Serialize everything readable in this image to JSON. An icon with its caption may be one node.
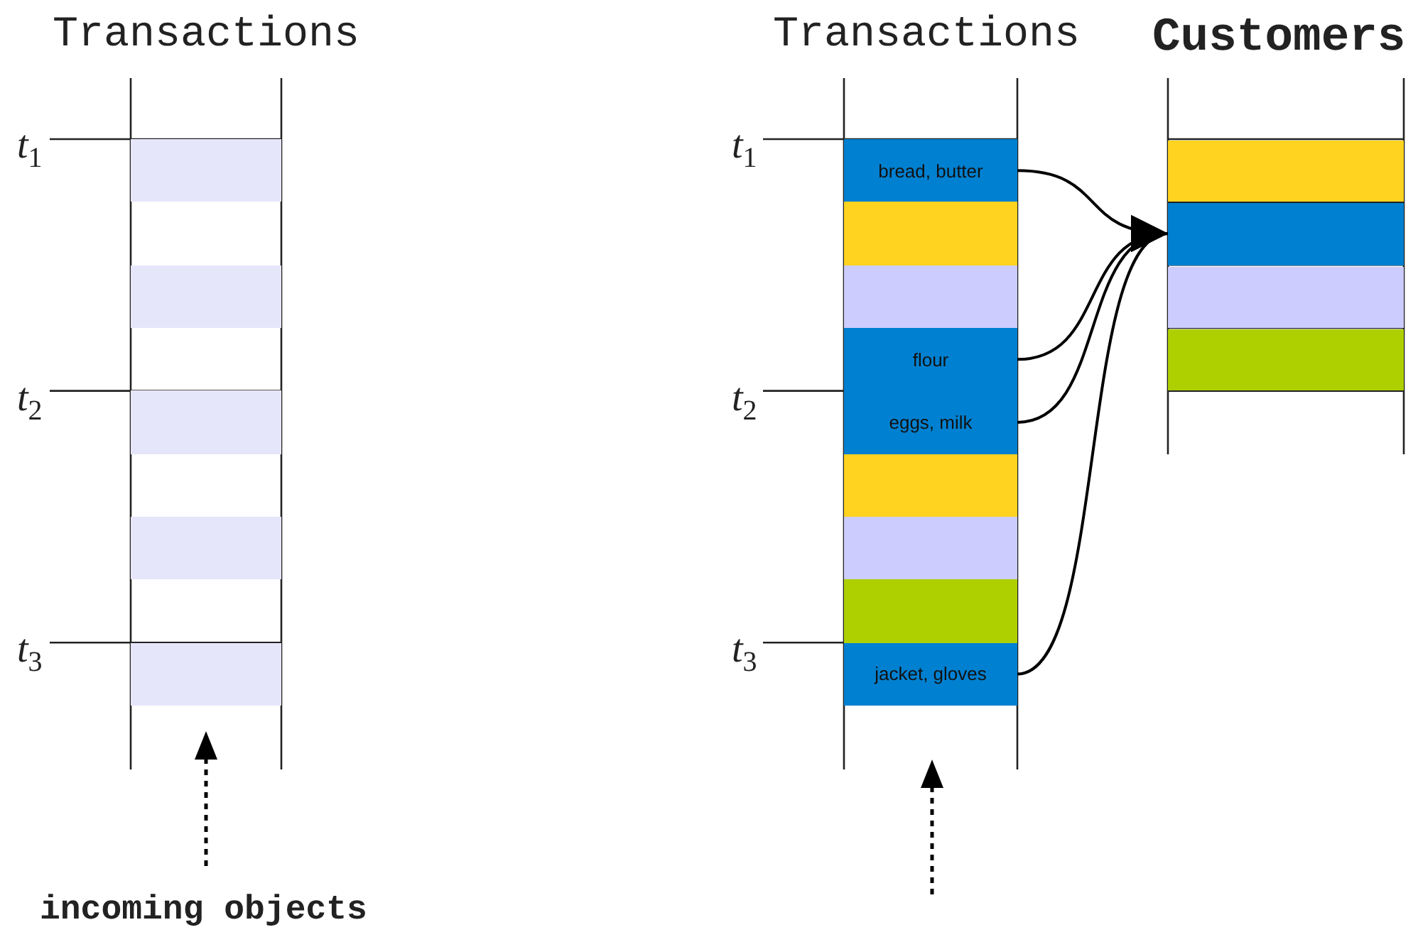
{
  "diagram": {
    "nodes": [
      {
        "text": [],
        "shape": "box"
      },
      {
        "text": [],
        "shape": "box"
      },
      {
        "text": [],
        "shape": "box"
      },
      {
        "text": [],
        "shape": "box"
      },
      {
        "text": [],
        "shape": "box"
      },
      {
        "text": [
          "bread, butter"
        ]
      },
      {
        "text": [],
        "shape": "box"
      },
      {
        "text": [],
        "shape": "box"
      },
      {
        "text": [
          "flour"
        ]
      },
      {
        "text": [
          "eggs, milk"
        ]
      },
      {
        "text": [],
        "shape": "box"
      },
      {
        "text": [],
        "shape": "box"
      },
      {
        "text": [],
        "shape": "box"
      },
      {
        "text": [
          "jacket, gloves"
        ]
      },
      {
        "text": [],
        "shape": "box"
      },
      {
        "text": [],
        "shape": "box"
      },
      {
        "text": [],
        "shape": "box"
      },
      {
        "text": [],
        "shape": "box"
      }
    ],
    "edges": [
      {
        "from": 5,
        "to": 15,
        "arrow": "to"
      },
      {
        "from": 8,
        "to": 15,
        "arrow": "to"
      },
      {
        "from": 9,
        "to": 15,
        "arrow": "to"
      },
      {
        "from": 13,
        "to": 15,
        "arrow": "to"
      }
    ],
    "labels": [
      "Transactions",
      "t$_{1}$",
      "t$_{2}$",
      "t$_{3}$",
      "incoming objects",
      "Transactions",
      "Customers",
      "t$_{1}$",
      "t$_{2}$",
      "t$_{3}$"
    ]
  }
}
